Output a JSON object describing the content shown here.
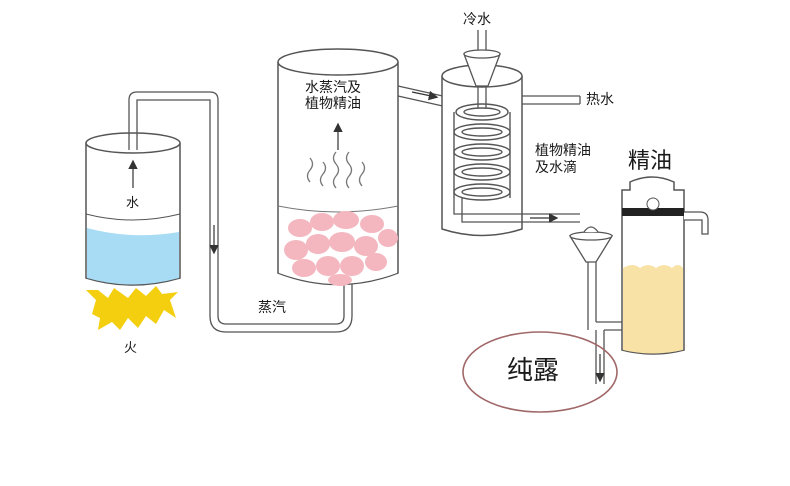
{
  "labels": {
    "cold_water": "冷水",
    "vapor_line1": "水蒸汽及",
    "vapor_line2": "植物精油",
    "hot_water": "热水",
    "oil_drops_line1": "植物精油",
    "oil_drops_line2": "及水滴",
    "essential_oil": "精油",
    "water": "水",
    "fire": "火",
    "steam": "蒸汽",
    "hydrosol": "纯露"
  },
  "colors": {
    "water_fill": "#a8dcf5",
    "fire_fill": "#f4cf0f",
    "plant_fill": "#f4b7bf",
    "oil_fill": "#f9e2a6",
    "outline": "#555555",
    "hydrosol_ring": "#a06868"
  }
}
